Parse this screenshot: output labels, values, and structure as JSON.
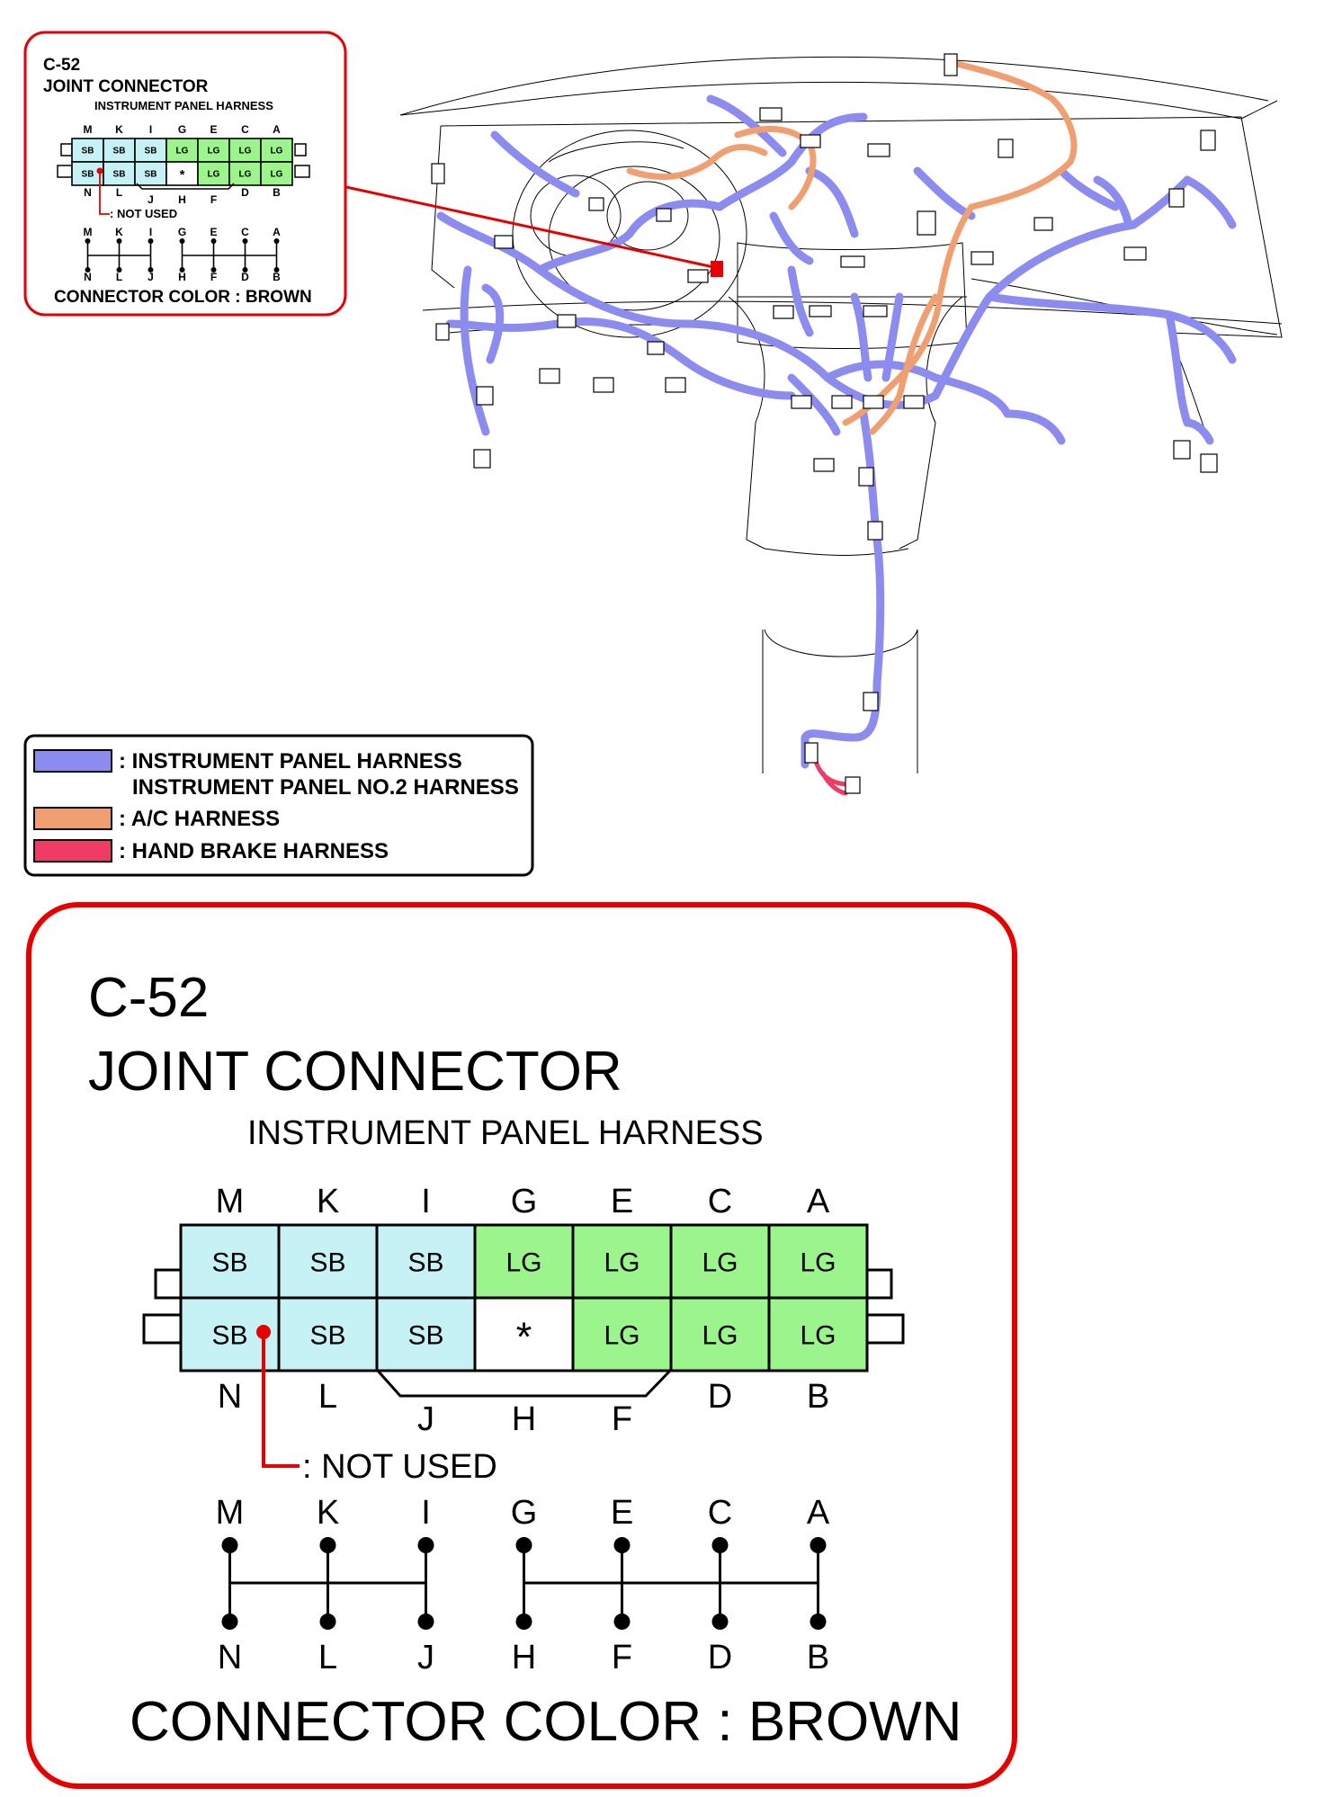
{
  "small_box": {
    "code": "C-52",
    "name": "JOINT CONNECTOR",
    "harness": "INSTRUMENT PANEL HARNESS",
    "not_used": ": NOT USED",
    "color_label": "CONNECTOR COLOR : BROWN"
  },
  "large_box": {
    "code": "C-52",
    "name": "JOINT CONNECTOR",
    "harness": "INSTRUMENT PANEL HARNESS",
    "not_used": ": NOT USED",
    "color_label": "CONNECTOR COLOR : BROWN"
  },
  "connector": {
    "top_pins": [
      "M",
      "K",
      "I",
      "G",
      "E",
      "C",
      "A"
    ],
    "top_colors": [
      "SB",
      "SB",
      "SB",
      "LG",
      "LG",
      "LG",
      "LG"
    ],
    "bottom_colors": [
      "SB",
      "SB",
      "SB",
      "*",
      "LG",
      "LG",
      "LG"
    ],
    "bottom_labels_row1": [
      "N",
      "L",
      "",
      "",
      "",
      "D",
      "B"
    ],
    "bottom_labels_row2": [
      "",
      "",
      "J",
      "H",
      "F",
      "",
      ""
    ],
    "junction_top": [
      "M",
      "K",
      "I",
      "G",
      "E",
      "C",
      "A"
    ],
    "junction_bottom": [
      "N",
      "L",
      "J",
      "H",
      "F",
      "D",
      "B"
    ]
  },
  "legend": {
    "items": [
      {
        "label": ": INSTRUMENT PANEL HARNESS",
        "label2": "INSTRUMENT PANEL NO.2 HARNESS",
        "color": "#8c8cf0"
      },
      {
        "label": ": A/C HARNESS",
        "label2": "",
        "color": "#f0a070"
      },
      {
        "label": ": HAND BRAKE HARNESS",
        "label2": "",
        "color": "#f03c64"
      }
    ]
  },
  "colors": {
    "sb": "#c6f2f6",
    "lg": "#9cf48c",
    "frame_red": "#e60000",
    "ip_harness": "#8c8cf0",
    "ac_harness": "#f0a070",
    "hb_harness": "#f03c64"
  }
}
